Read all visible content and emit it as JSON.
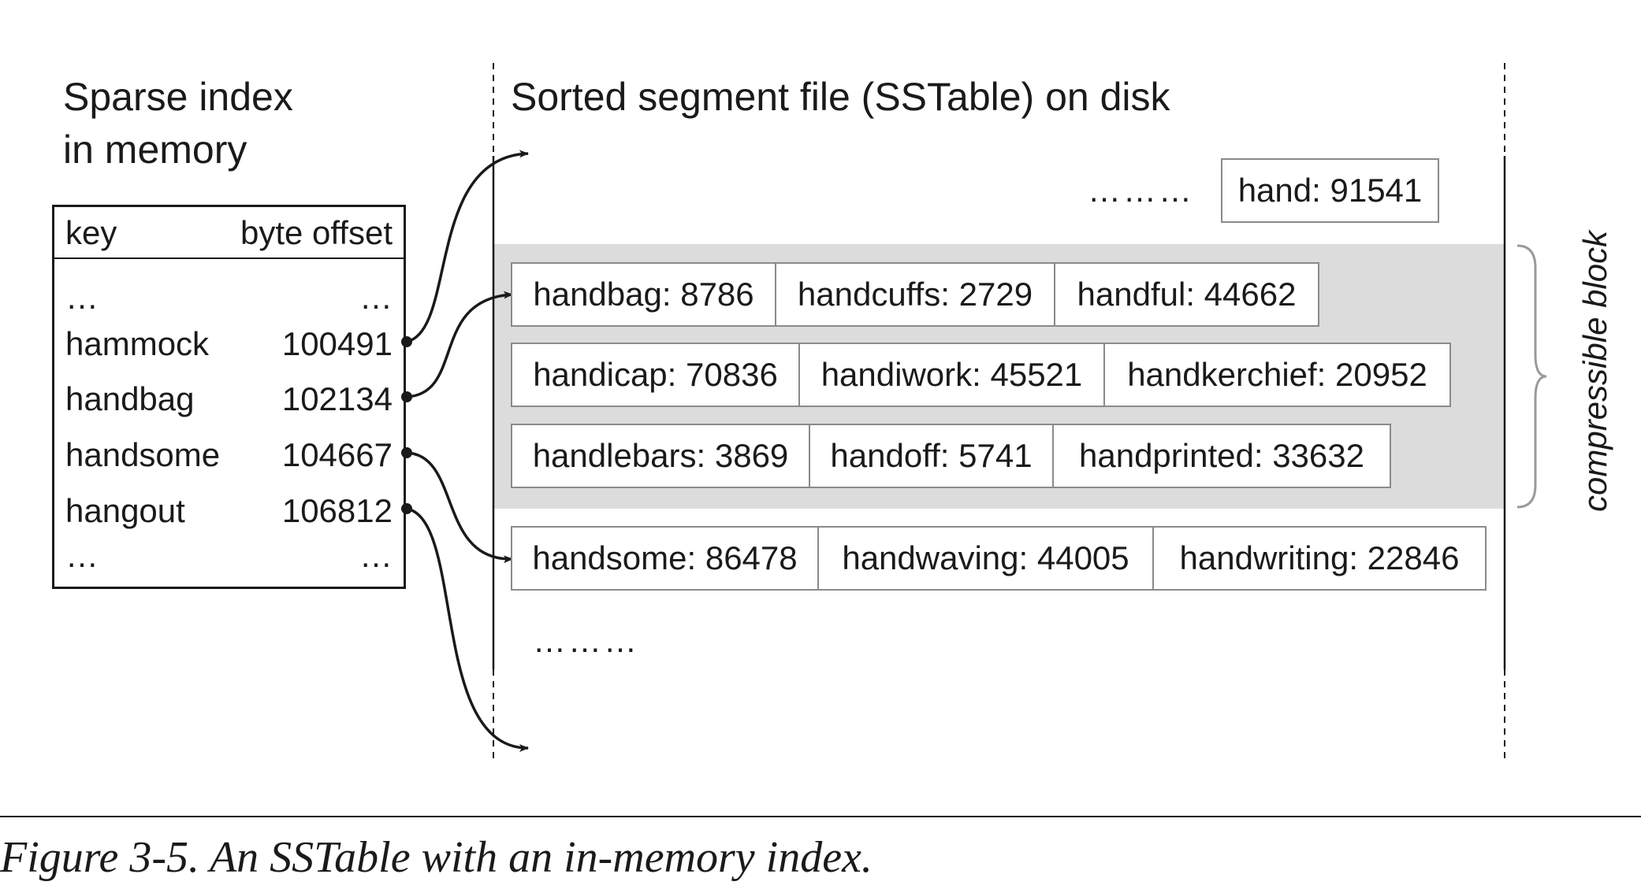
{
  "index": {
    "title_line1": "Sparse index",
    "title_line2": "in memory",
    "header_key": "key",
    "header_offset": "byte offset",
    "rows": [
      {
        "key": "…",
        "offset": "…"
      },
      {
        "key": "hammock",
        "offset": "100491"
      },
      {
        "key": "handbag",
        "offset": "102134"
      },
      {
        "key": "handsome",
        "offset": "104667"
      },
      {
        "key": "hangout",
        "offset": "106812"
      },
      {
        "key": "…",
        "offset": "…"
      }
    ]
  },
  "segment": {
    "title": "Sorted segment file (SSTable) on disk",
    "top_dots": "………",
    "top_entry": "hand: 91541",
    "block_label": "compressible block",
    "rows": [
      [
        "handbag: 8786",
        "handcuffs: 2729",
        "handful: 44662"
      ],
      [
        "handicap: 70836",
        "handiwork: 45521",
        "handkerchief: 20952"
      ],
      [
        "handlebars: 3869",
        "handoff: 5741",
        "handprinted: 33632"
      ],
      [
        "handsome: 86478",
        "handwaving: 44005",
        "handwriting: 22846"
      ]
    ],
    "bottom_dots": "………"
  },
  "caption": "Figure 3-5. An SSTable with an in-memory index.",
  "colors": {
    "ink": "#1a1a1a",
    "block_fill": "#dcdcdc",
    "cell_border": "#8a8a8a"
  }
}
